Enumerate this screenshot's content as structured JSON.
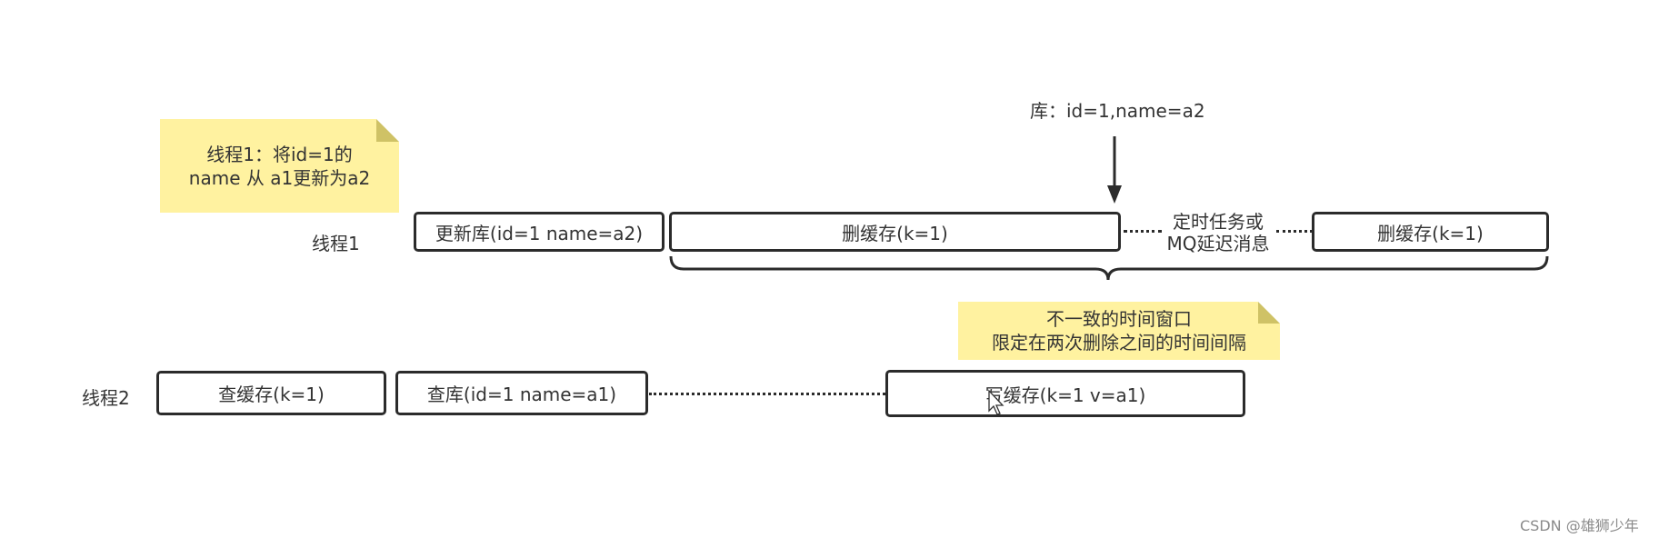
{
  "top_note": {
    "line1": "线程1：将id=1的",
    "line2": "name 从 a1更新为a2"
  },
  "db_label": "库：id=1,name=a2",
  "thread1": {
    "label": "线程1",
    "update_db": "更新库(id=1 name=a2)",
    "del_cache_1": "删缓存(k=1)",
    "delay_line1": "定时任务或",
    "delay_line2": "MQ延迟消息",
    "del_cache_2": "删缓存(k=1)"
  },
  "window_note": {
    "line1": "不一致的时间窗口",
    "line2": "限定在两次删除之间的时间间隔"
  },
  "thread2": {
    "label": "线程2",
    "query_cache": "查缓存(k=1)",
    "query_db": "查库(id=1 name=a1)",
    "write_cache": "写缓存(k=1 v=a1)"
  },
  "watermark": "CSDN @雄狮少年",
  "colors": {
    "note_bg": "#fff2a0",
    "note_fold": "#cfc266",
    "stroke": "#2b2b2b"
  }
}
